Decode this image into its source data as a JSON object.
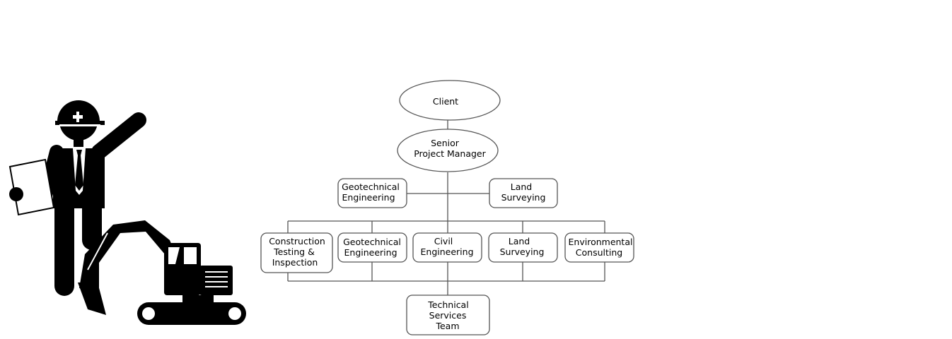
{
  "org_chart": {
    "client": "Client",
    "senior_pm": [
      "Senior",
      "Project Manager"
    ],
    "advisors": {
      "geotechnical": [
        "Geotechnical",
        "Engineering"
      ],
      "land_surveying": [
        "Land",
        "Surveying"
      ]
    },
    "departments": {
      "construction_testing": [
        "Construction",
        "Testing &",
        "Inspection"
      ],
      "geotechnical": [
        "Geotechnical",
        "Engineering"
      ],
      "civil": [
        "Civil",
        "Engineering"
      ],
      "land_surveying": [
        "Land",
        "Surveying"
      ],
      "environmental": [
        "Environmental",
        "Consulting"
      ]
    },
    "technical_services": [
      "Technical",
      "Services",
      "Team"
    ]
  },
  "illustration": {
    "subject": "engineer-with-hard-hat-and-excavator-icon"
  }
}
